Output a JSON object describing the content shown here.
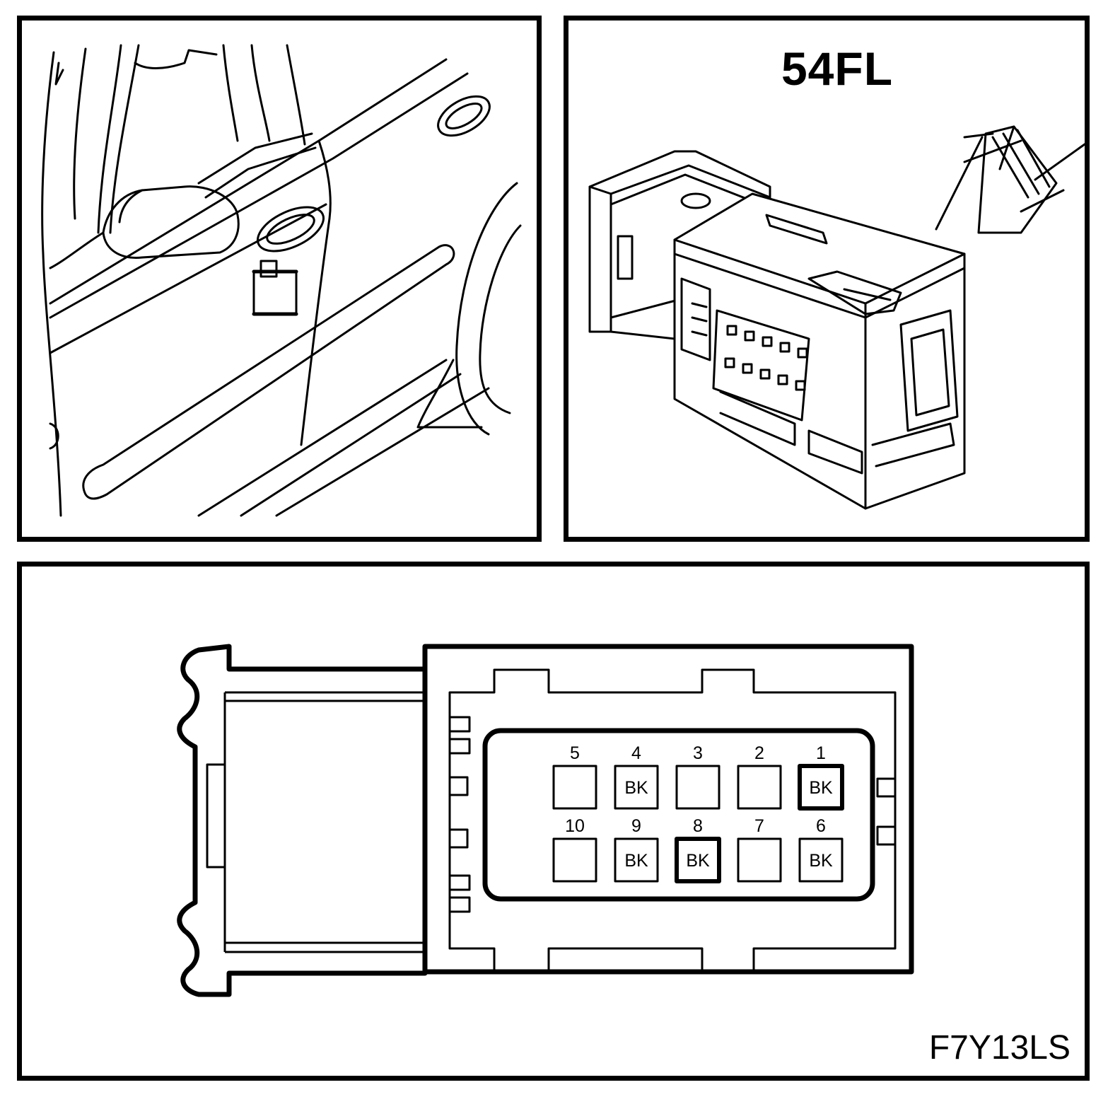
{
  "connector_id": "54FL",
  "figure_code": "F7Y13LS",
  "pins": [
    {
      "num": "1",
      "wire": "BK",
      "highlighted": true
    },
    {
      "num": "2",
      "wire": "",
      "highlighted": false
    },
    {
      "num": "3",
      "wire": "",
      "highlighted": false
    },
    {
      "num": "4",
      "wire": "BK",
      "highlighted": false
    },
    {
      "num": "5",
      "wire": "",
      "highlighted": false
    },
    {
      "num": "6",
      "wire": "BK",
      "highlighted": false
    },
    {
      "num": "7",
      "wire": "",
      "highlighted": false
    },
    {
      "num": "8",
      "wire": "BK",
      "highlighted": true
    },
    {
      "num": "9",
      "wire": "BK",
      "highlighted": false
    },
    {
      "num": "10",
      "wire": "",
      "highlighted": false
    }
  ]
}
